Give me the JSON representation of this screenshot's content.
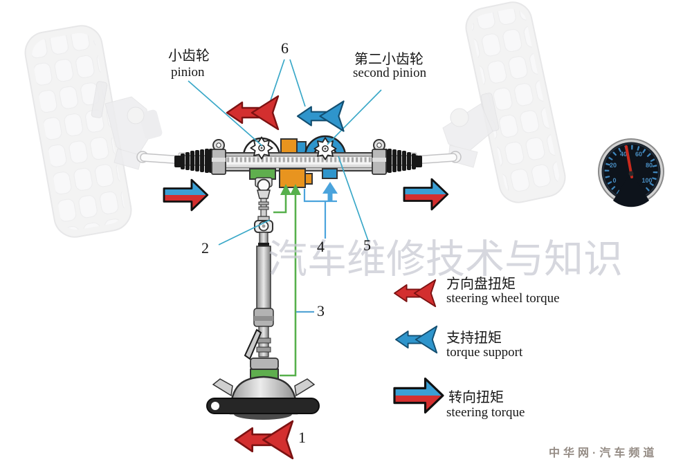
{
  "labels": {
    "pinion_zh": "小齿轮",
    "pinion_en": "pinion",
    "second_pinion_zh": "第二小齿轮",
    "second_pinion_en": "second pinion"
  },
  "numbers": {
    "n1": "1",
    "n2": "2",
    "n3": "3",
    "n4": "4",
    "n5": "5",
    "n6": "6"
  },
  "legend": {
    "items": [
      {
        "zh": "方向盘扭矩",
        "en": "steering wheel torque",
        "arrow": "red-double-left"
      },
      {
        "zh": "支持扭矩",
        "en": "torque support",
        "arrow": "blue-double-left"
      },
      {
        "zh": "转向扭矩",
        "en": "steering torque",
        "arrow": "blue-red-right"
      }
    ]
  },
  "gauge": {
    "ticks": [
      "0",
      "20",
      "40",
      "60",
      "80",
      "100"
    ]
  },
  "watermark": "汽车维修技术与知识",
  "footer": "中华网·汽车频道",
  "colors": {
    "torque_red": "#d32f2f",
    "torque_blue": "#2f95cc",
    "sensor_green": "#5fae4e",
    "sensor_orange": "#e8941f",
    "leader_line": "#3aa8c8"
  }
}
